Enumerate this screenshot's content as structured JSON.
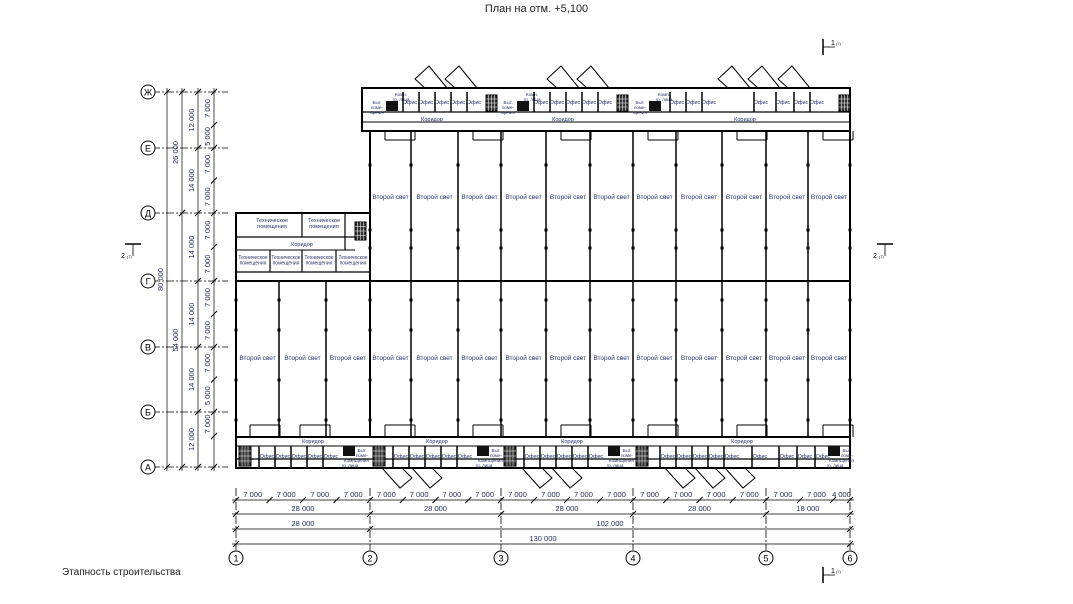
{
  "title": "План на отм. +5,100",
  "stage_label": "Этапность строительства",
  "colors": {
    "wall": "#000000",
    "dim": "#1c2a5a",
    "room": "#2a3570",
    "grid": "#000000"
  },
  "rooms": {
    "second_light": "Второй свет",
    "office": "Офис",
    "corridor": "Коридор",
    "tech_room": "Техническое помещения",
    "household": "Быт. поме- щения",
    "room_group": "Комн. гр. лица"
  },
  "grid_rows": [
    "Ж",
    "Е",
    "Д",
    "Г",
    "В",
    "Б",
    "А"
  ],
  "grid_cols": [
    "1",
    "2",
    "3",
    "4",
    "5",
    "6"
  ],
  "dims_vertical": {
    "total": "80 000",
    "parts": [
      "26 000",
      "54 000"
    ],
    "spans": [
      "12 000",
      "14 000",
      "14 000",
      "14 000",
      "14 000",
      "12 000"
    ],
    "details": [
      "7 000",
      "5 000",
      "7 000",
      "7 000",
      "7 000",
      "7 000",
      "7 000",
      "7 000",
      "7 000",
      "5 000",
      "7 000"
    ]
  },
  "dims_horizontal": {
    "details": [
      "7 000",
      "7 000",
      "7 000",
      "7 000",
      "7 000",
      "7 000",
      "7 000",
      "7 000",
      "7 000",
      "7 000",
      "7 000",
      "7 000",
      "7 000",
      "7 000",
      "7 000",
      "7 000",
      "7 000",
      "7 000",
      "4 000"
    ],
    "spans": [
      "28 000",
      "28 000",
      "28 000",
      "28 000",
      "18 000"
    ],
    "stages": [
      "28 000",
      "102 000"
    ],
    "total": "130 000"
  },
  "section_marks": [
    {
      "num": "1",
      "sheet": "(7)"
    },
    {
      "num": "1",
      "sheet": "(7)"
    },
    {
      "num": "2",
      "sheet": "(7)"
    },
    {
      "num": "2",
      "sheet": "(7)"
    }
  ]
}
